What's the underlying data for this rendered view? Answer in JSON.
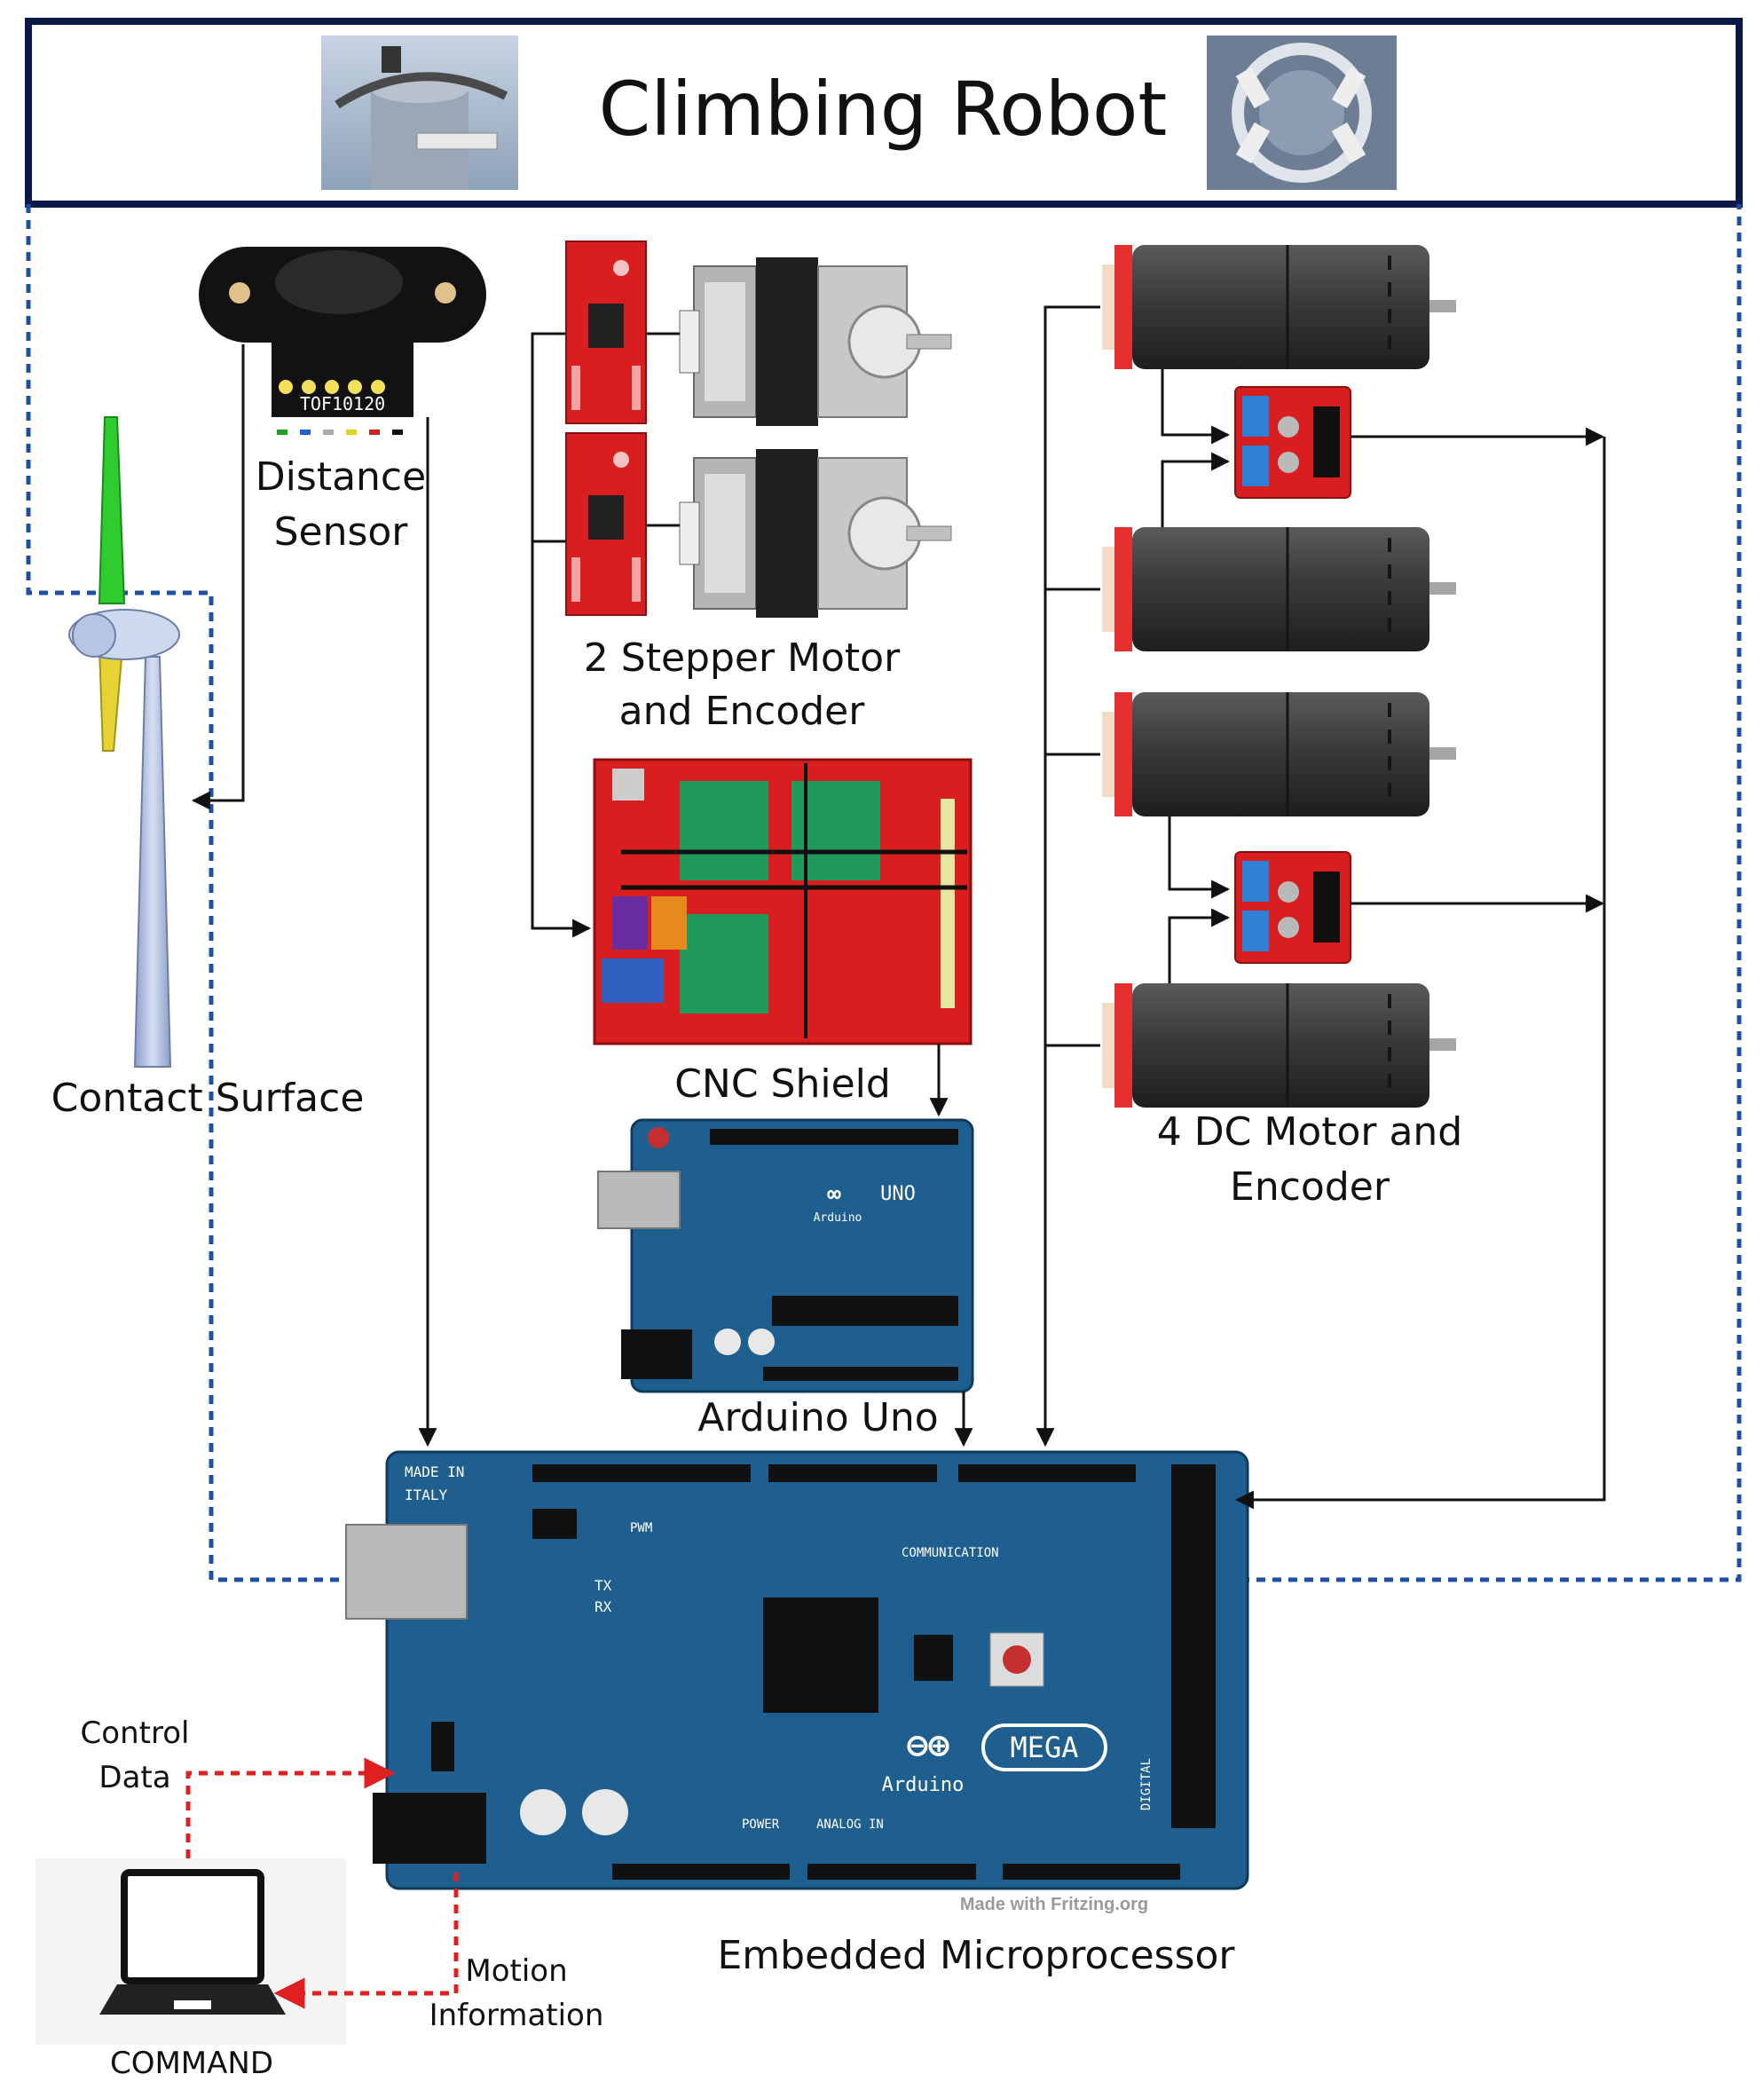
{
  "title": "Climbing Robot",
  "labels": {
    "distance_sensor_line1": "Distance",
    "distance_sensor_line2": "Sensor",
    "stepper_line1": "2 Stepper Motor",
    "stepper_line2": "and Encoder",
    "cnc_shield": "CNC Shield",
    "dc_motor_line1": "4 DC Motor and",
    "dc_motor_line2": "Encoder",
    "contact_surface": "Contact Surface",
    "arduino_uno": "Arduino Uno",
    "embedded_microprocessor": "Embedded Microprocessor",
    "control_line1": "Control",
    "control_line2": "Data",
    "motion_line1": "Motion",
    "motion_line2": "Information",
    "command": "COMMAND"
  },
  "component_text": {
    "tof_chip": "TOF10120",
    "uno_brand": "UNO",
    "arduino_brand": "Arduino",
    "mega_brand": "MEGA",
    "mega_made_in_1": "MADE IN",
    "mega_made_in_2": "ITALY",
    "mega_communication": "COMMUNICATION",
    "mega_pwm": "PWM",
    "mega_power": "POWER",
    "mega_analog_in": "ANALOG IN",
    "mega_digital": "DIGITAL",
    "mega_tx": "TX",
    "mega_rx": "RX",
    "fritzing_credit": "Made with  Fritzing.org"
  },
  "icons": [
    "robot-photo-icon",
    "tof-sensor-icon",
    "wind-turbine-icon",
    "stepper-driver-icon",
    "stepper-motor-icon",
    "cnc-shield-icon",
    "dc-motor-icon",
    "motor-driver-icon",
    "arduino-uno-icon",
    "arduino-mega-icon",
    "laptop-icon"
  ],
  "colors": {
    "frame": "#0b1a48",
    "blue_dotted": "#1f4fa3",
    "red_dotted": "#e02020",
    "pcb_red": "#d81e1e",
    "arduino_blue": "#1f5f8f",
    "motor_body": "#3a3a3a",
    "turbine_blade": "#2fcc2f",
    "turbine_blade_low": "#e5d335"
  }
}
